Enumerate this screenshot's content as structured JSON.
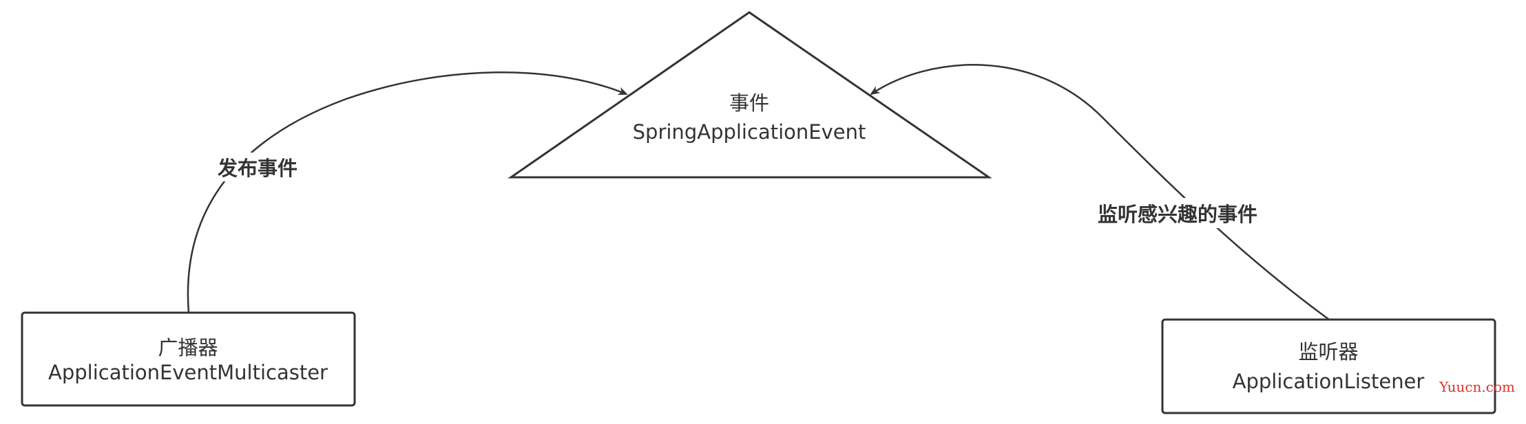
{
  "nodes": {
    "event": {
      "title": "事件",
      "subtitle": "SpringApplicationEvent"
    },
    "multicaster": {
      "title": "广播器",
      "subtitle": "ApplicationEventMulticaster"
    },
    "listener": {
      "title": "监听器",
      "subtitle": "ApplicationListener"
    }
  },
  "edges": {
    "publish": {
      "label": "发布事件"
    },
    "listen": {
      "label": "监听感兴趣的事件"
    }
  },
  "watermark": "Yuucn.com",
  "colors": {
    "stroke": "#333333",
    "watermark": "#e0312b"
  }
}
